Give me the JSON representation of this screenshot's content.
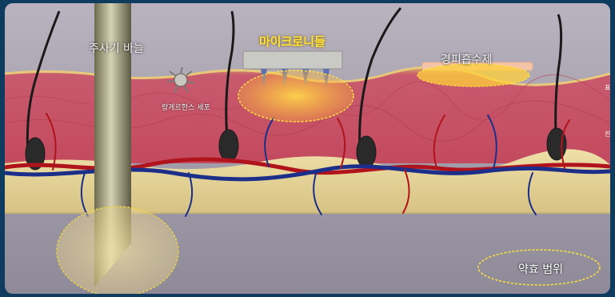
{
  "labels": {
    "needle": "주사기 바늘",
    "microneedle": "마이크로니들",
    "patch": "경피흡수제",
    "langerhans": "랑게르한스 세포",
    "epidermis": "표피",
    "dermis": "진피",
    "range": "약효 범위"
  },
  "colors": {
    "highlight_yellow": "#ffe23a",
    "vessel_red": "#b0131c",
    "vessel_blue": "#1b2f8a",
    "epidermis": "#c9546a",
    "fat": "#e3d29a"
  }
}
